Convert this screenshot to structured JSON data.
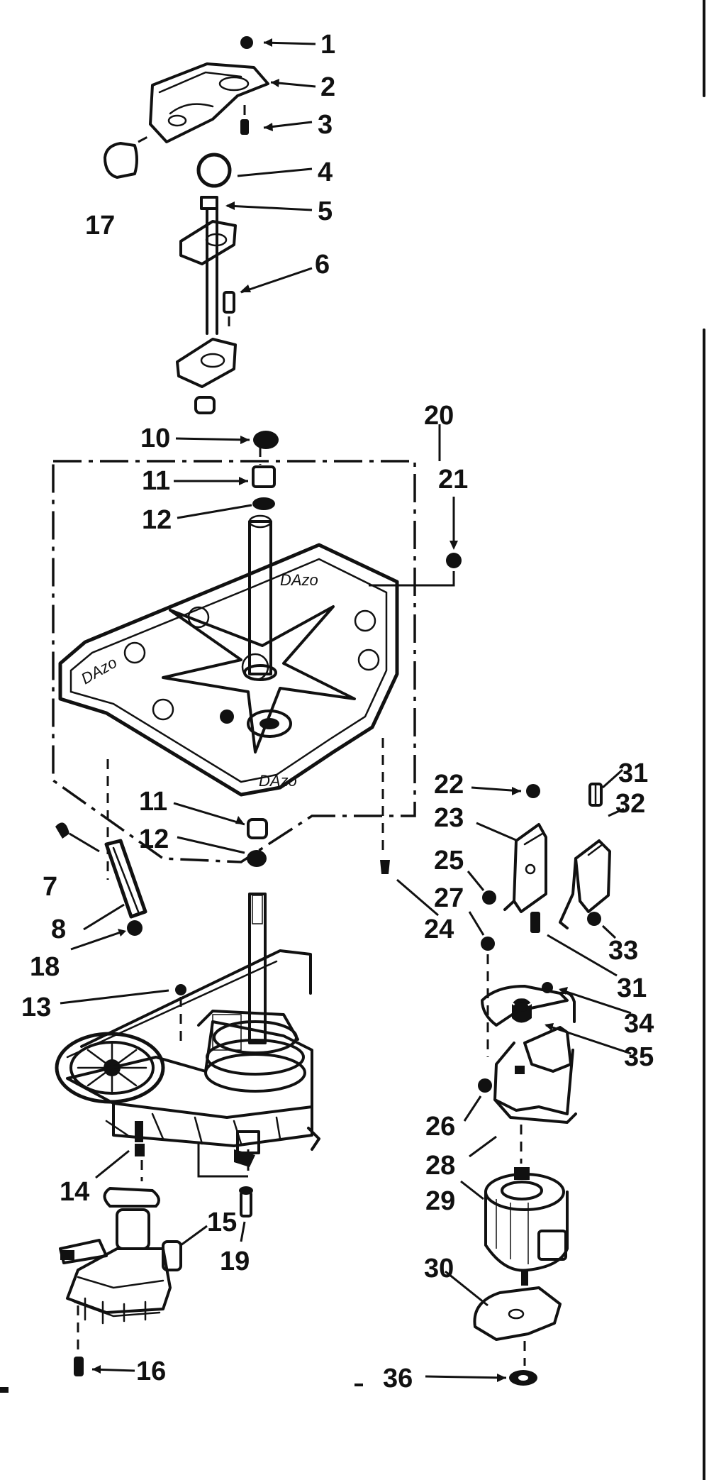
{
  "diagram": {
    "part_numbers": [
      "1",
      "2",
      "3",
      "4",
      "5",
      "6",
      "7",
      "8",
      "10",
      "11",
      "12",
      "13",
      "14",
      "15",
      "16",
      "17",
      "18",
      "19",
      "20",
      "21",
      "22",
      "23",
      "24",
      "25",
      "26",
      "27",
      "28",
      "29",
      "30",
      "31",
      "32",
      "33",
      "34",
      "35",
      "36"
    ],
    "labels": {
      "p1": "1",
      "p2": "2",
      "p3": "3",
      "p4": "4",
      "p5": "5",
      "p6": "6",
      "p7": "7",
      "p8": "8",
      "p10": "10",
      "p11a": "11",
      "p11b": "11",
      "p12a": "12",
      "p12b": "12",
      "p13": "13",
      "p14": "14",
      "p15": "15",
      "p16": "16",
      "p17": "17",
      "p18": "18",
      "p19": "19",
      "p20": "20",
      "p21": "21",
      "p22": "22",
      "p23": "23",
      "p24": "24",
      "p25": "25",
      "p26": "26",
      "p27": "27",
      "p28": "28",
      "p29": "29",
      "p30": "30",
      "p31a": "31",
      "p31b": "31",
      "p32": "32",
      "p33": "33",
      "p34": "34",
      "p35": "35",
      "p36": "36"
    },
    "casting_marks": [
      "DAzo",
      "DAzo",
      "DAzo"
    ],
    "ink_color": "#111111",
    "paper_color": "#ffffff"
  }
}
